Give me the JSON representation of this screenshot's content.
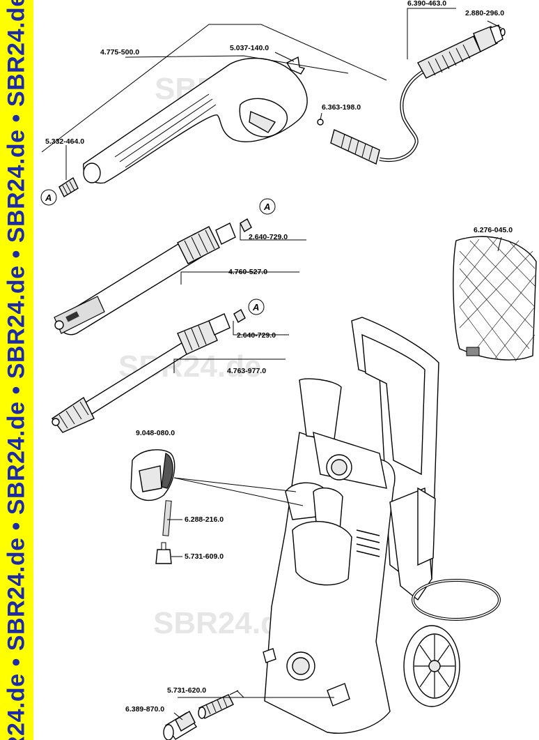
{
  "side_banner": {
    "text": "R24.de • SBR24.de • SBR24.de • SBR24.de • SBR24.de • SBR24.de • SBR24"
  },
  "watermarks": [
    "SBR24.de",
    "SBR24.de",
    "SBR24.de"
  ],
  "callout_letter": "A",
  "parts": {
    "p1": "6.390-463.0",
    "p2": "2.880-296.0",
    "p3": "4.775-500.0",
    "p4": "5.037-140.0",
    "p5": "6.363-198.0",
    "p6": "5.332-464.0",
    "p7": "2.640-729.0",
    "p8": "4.760-527.0",
    "p9": "6.276-045.0",
    "p10": "2.640-729.0",
    "p11": "4.763-977.0",
    "p12": "9.048-080.0",
    "p13": "6.288-216.0",
    "p14": "5.731-609.0",
    "p15": "5.731-620.0",
    "p16": "6.389-870.0"
  }
}
